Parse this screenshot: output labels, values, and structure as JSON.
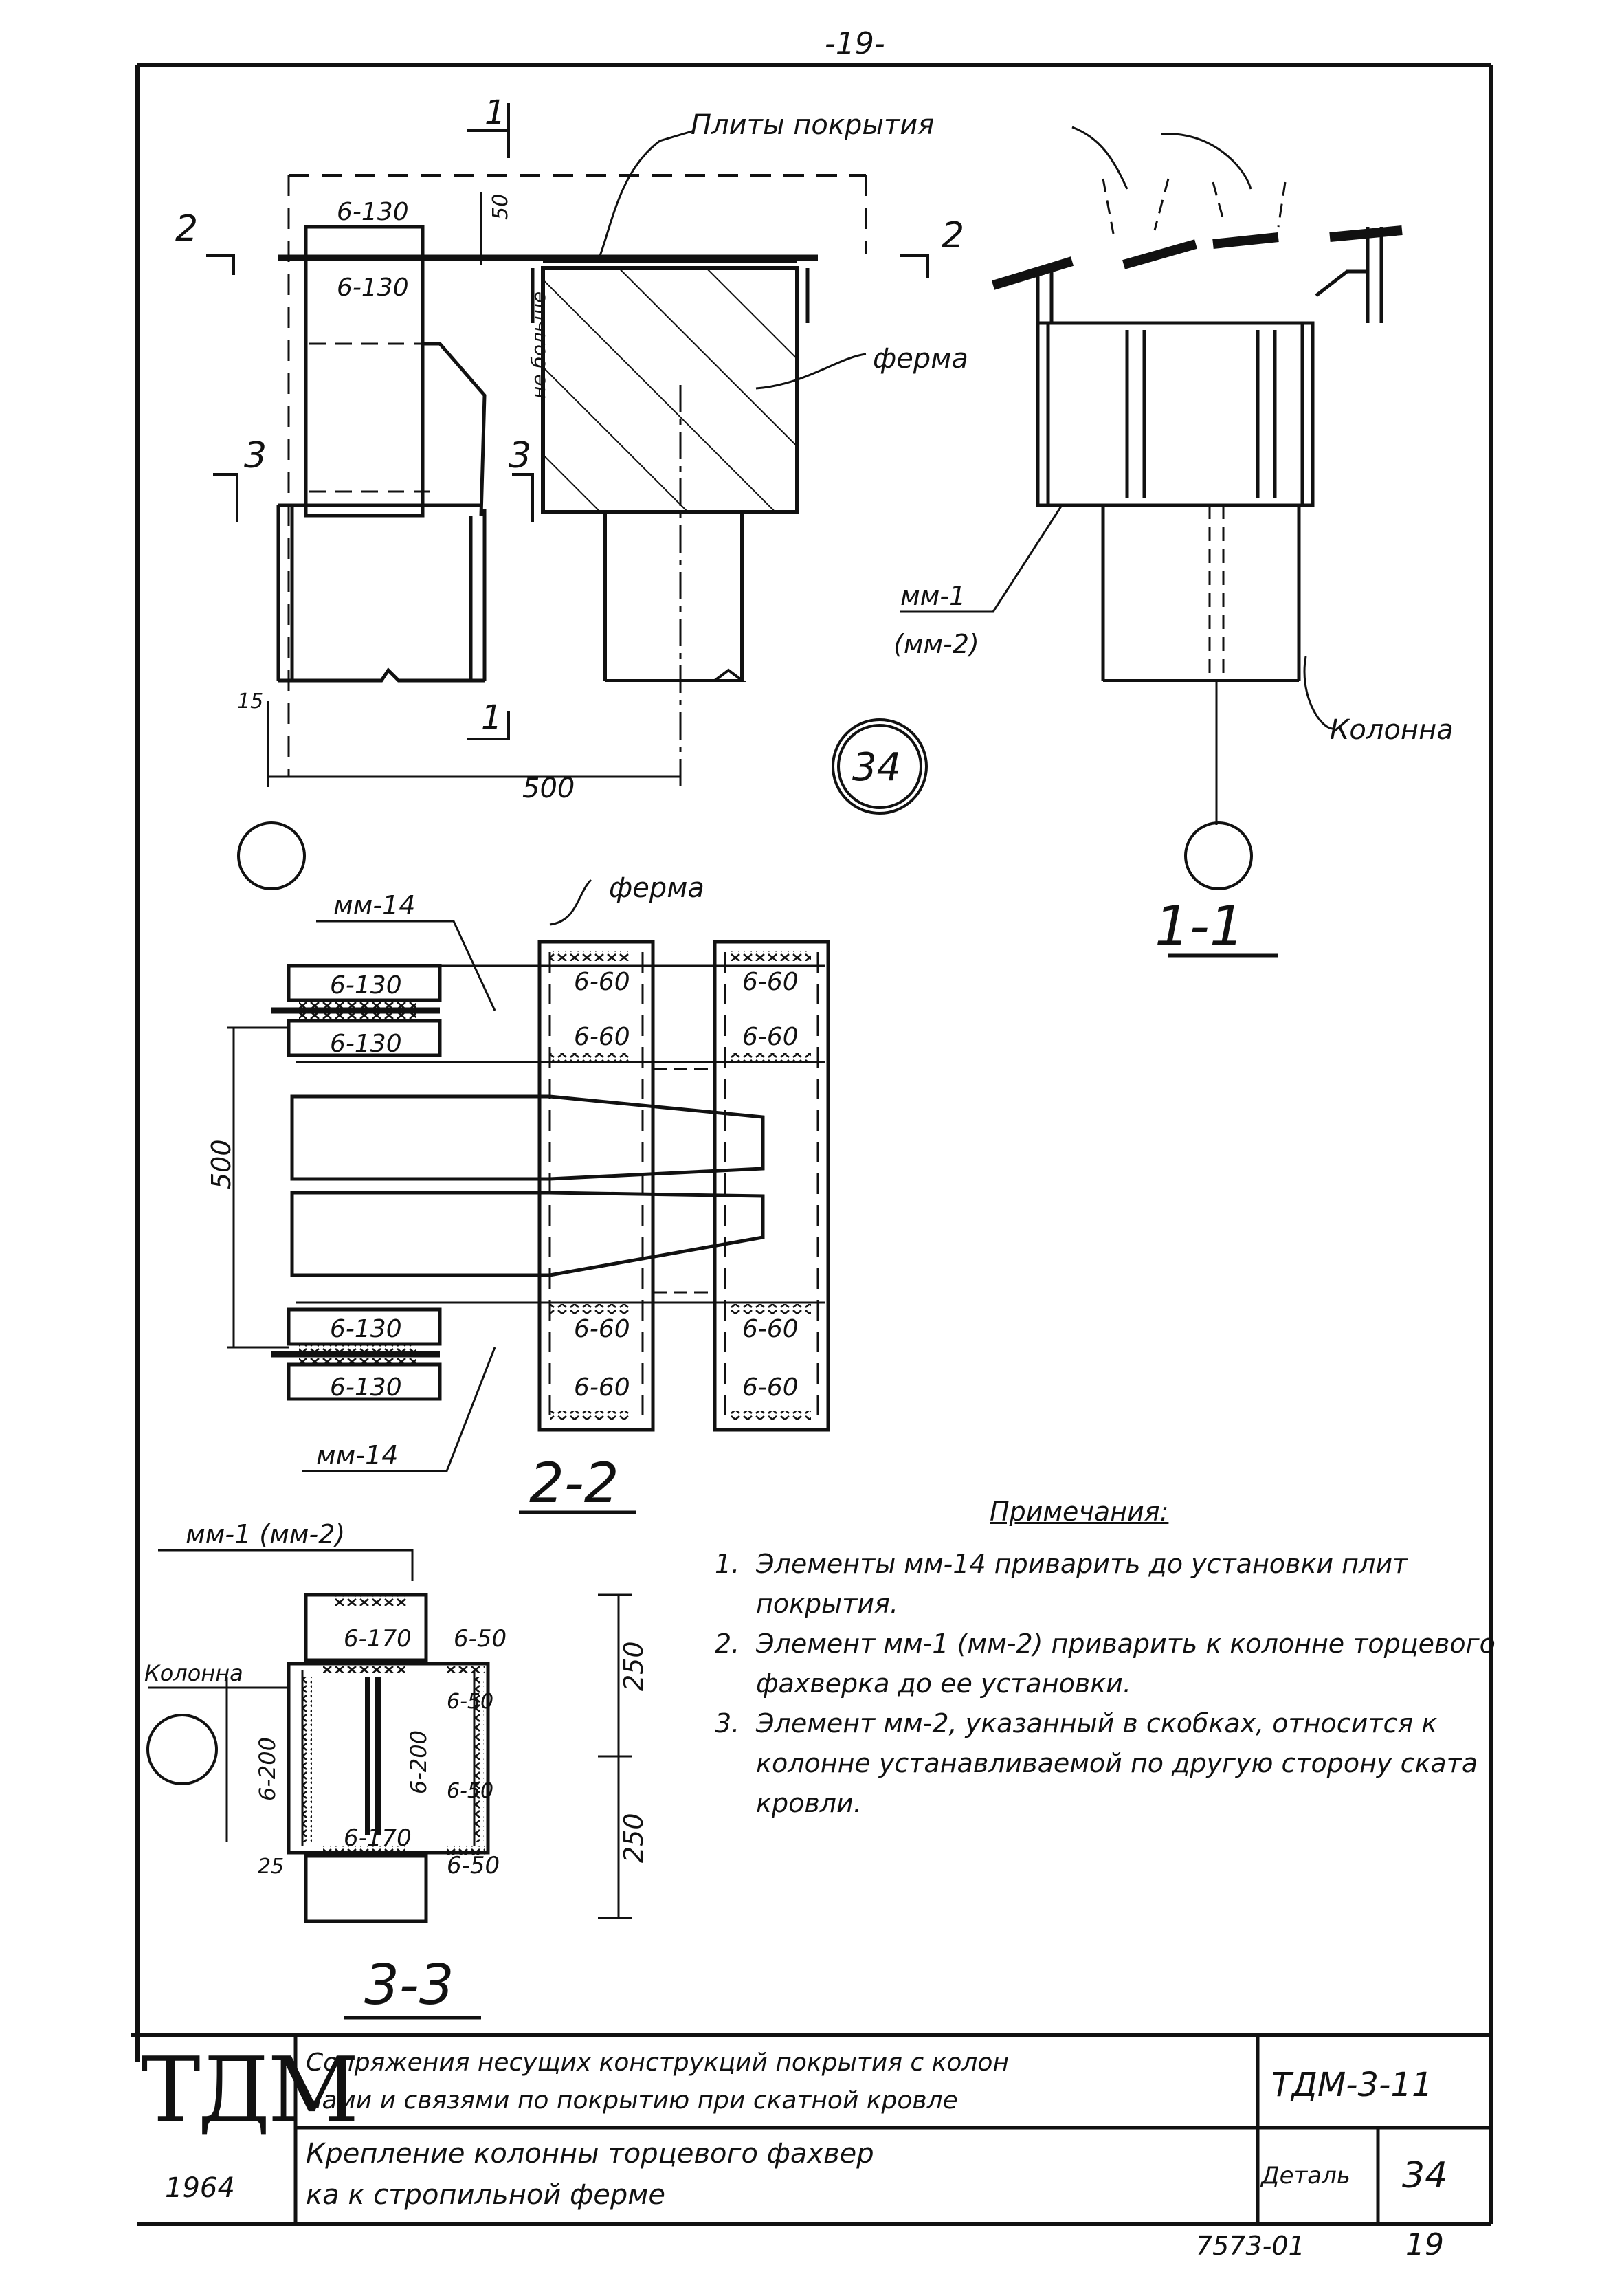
{
  "page_number": "-19-",
  "labels": {
    "roof_slabs": "Плиты покрытия",
    "truss": "ферма",
    "truss_22": "ферма",
    "column": "Колонна",
    "column_33": "Колонна",
    "not_more": "не больше",
    "mm1_mm2": "мм-1\n(мм-2)",
    "mm1_mm2_33": "мм-1 (мм-2)",
    "mm14_top": "мм-14",
    "mm14_bottom": "мм-14",
    "detail_no": "34"
  },
  "dimensions": {
    "d50": "50",
    "d15": "15",
    "d500": "500",
    "d500_22": "500",
    "d250a": "250",
    "d250b": "250",
    "d25": "25"
  },
  "welds": {
    "w6_130a": "6-130",
    "w6_130b": "6-130",
    "w6_130c": "6-130",
    "w6_130d": "6-130",
    "w6_130e": "6-130",
    "w6_130f": "6-130",
    "w6_60a": "6-60",
    "w6_60b": "6-60",
    "w6_60c": "6-60",
    "w6_60d": "6-60",
    "w6_60e": "6-60",
    "w6_60f": "6-60",
    "w6_60g": "6-60",
    "w6_60h": "6-60",
    "w6_170a": "6-170",
    "w6_170b": "6-170",
    "w6_50a": "6-50",
    "w6_50b": "6-50",
    "w6_50c": "6-50",
    "w6_50d": "6-50",
    "w6_200a": "6-200",
    "w6_200b": "6-200"
  },
  "sections": {
    "s11": "1-1",
    "s22": "2-2",
    "s33": "3-3",
    "cut1_top": "1",
    "cut1_bottom": "1",
    "cut2_left": "2",
    "cut2_right": "2",
    "cut3_left": "3",
    "cut3_right": "3"
  },
  "notes": {
    "title": "Примечания:",
    "items": [
      {
        "num": "1.",
        "text": "Элементы мм-14 приварить до установки плит покрытия."
      },
      {
        "num": "2.",
        "text": "Элемент мм-1 (мм-2) приварить к колонне торцевого фахверка до ее установки."
      },
      {
        "num": "3.",
        "text": "Элемент мм-2, указанный в скобках, относится к колонне устанавливаемой по другую сторону ската кровли."
      }
    ]
  },
  "title_block": {
    "logo": "ТДМ",
    "year": "1964",
    "title_line1": "Сопряжения несущих конструкций покрытия с колон",
    "title_line2": "нами и связями по покрытию при скатной кровле",
    "subtitle_line1": "Крепление колонны торцевого фахвер",
    "subtitle_line2": "ка к стропильной ферме",
    "code": "ТДМ-3-11",
    "detail_label": "Деталь",
    "detail_value": "34",
    "footer_code": "7573-01",
    "footer_page": "19"
  }
}
